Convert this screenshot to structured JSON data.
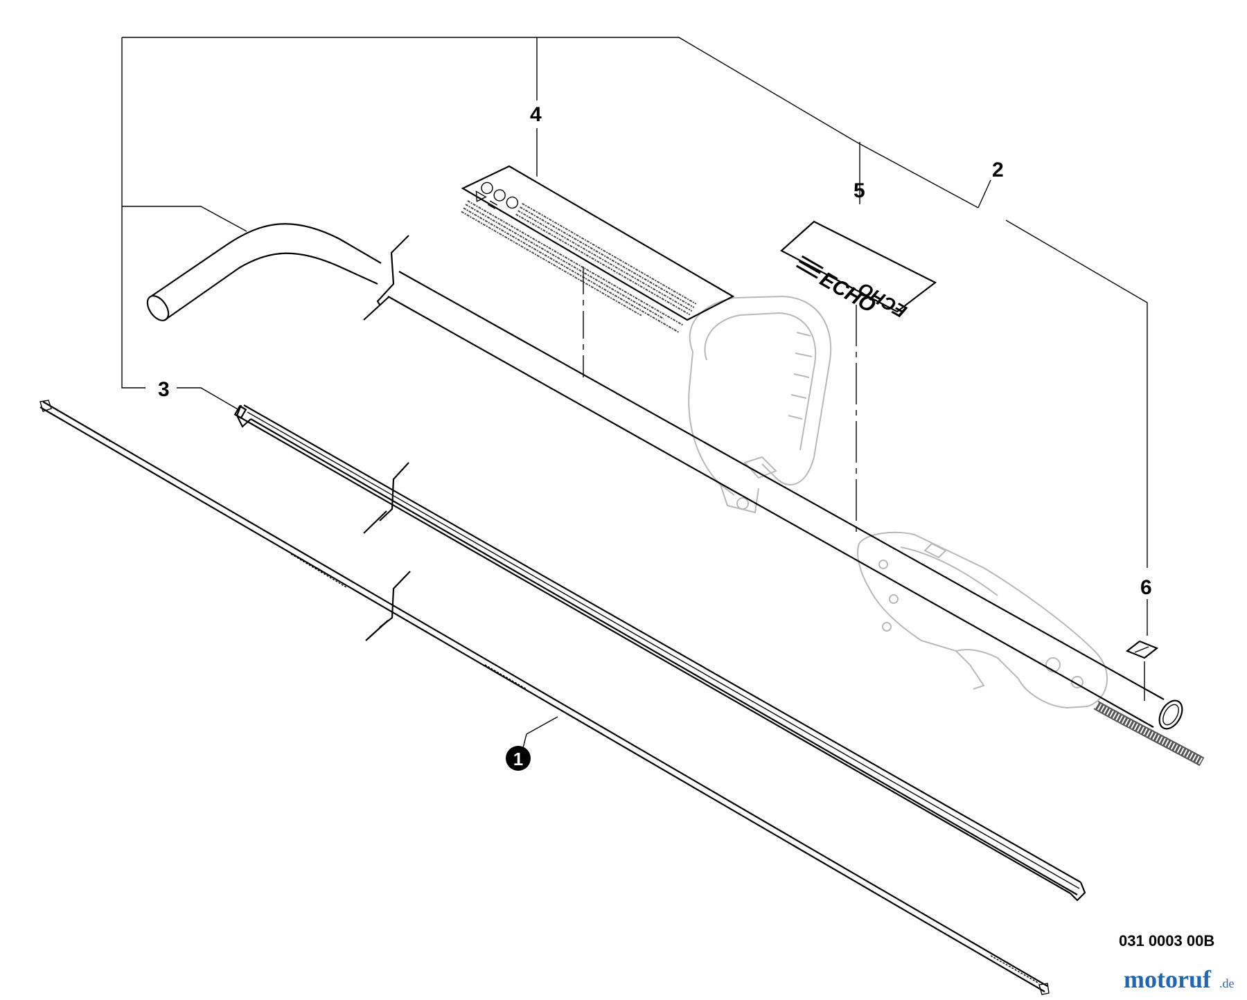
{
  "callouts": {
    "c1": "1",
    "c2": "2",
    "c3": "3",
    "c4": "4",
    "c5": "5",
    "c6": "6"
  },
  "diagram_code": "031 0003 00B",
  "decal": {
    "brand": "ECHO",
    "mirrored_brand": "ECHO"
  },
  "watermark": {
    "name": "motoruf",
    "tld": ".de",
    "color_main": "#1f66b3",
    "color_dot": "#d9453a"
  },
  "colors": {
    "line": "#000000",
    "ghost": "#b8b8b8"
  }
}
